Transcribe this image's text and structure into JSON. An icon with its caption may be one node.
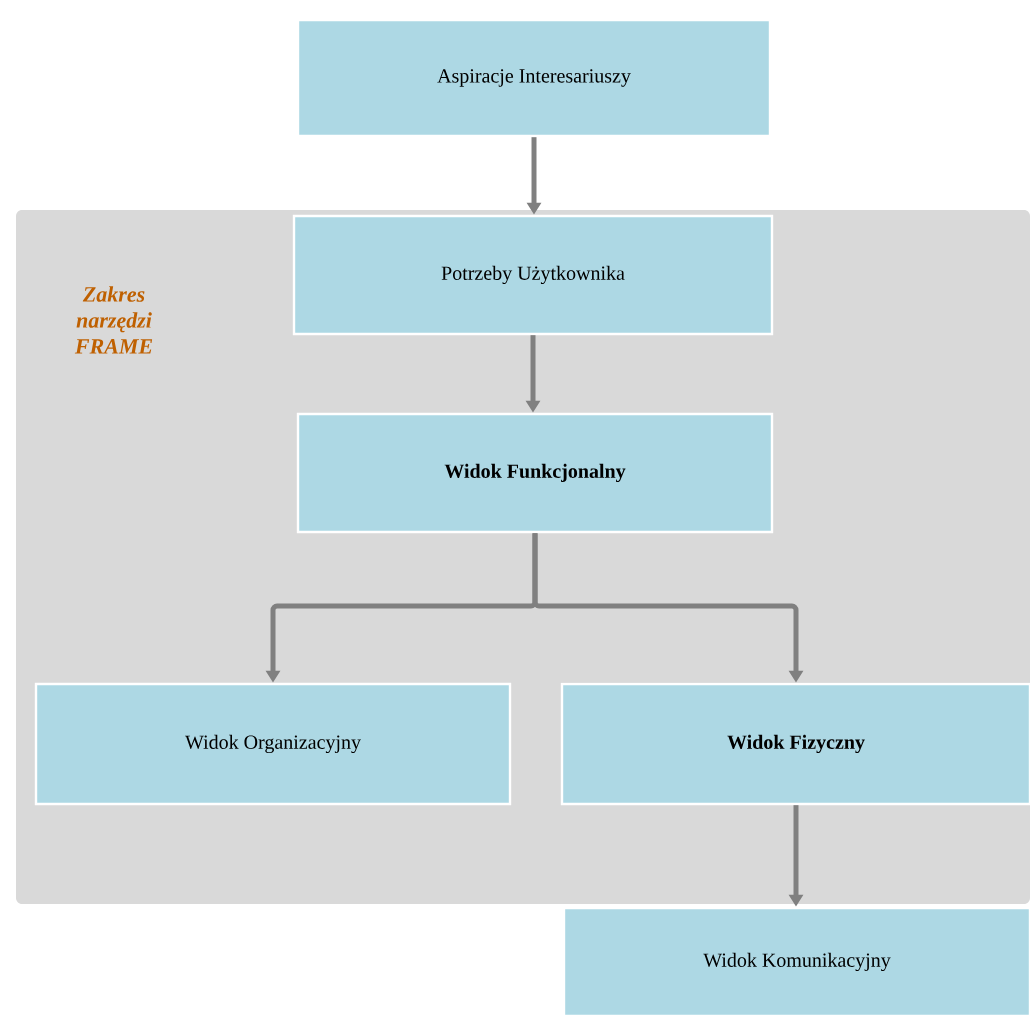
{
  "diagram": {
    "nodes": [
      {
        "text": [
          "Aspiracje Interesariuszy"
        ]
      },
      {
        "text": [
          "Zakres narzędzi FRAME"
        ]
      },
      {
        "text": [
          "Potrzeby Użytkownika"
        ],
        "in": 1
      },
      {
        "text": [
          "Widok Funkcjonalny"
        ],
        "in": 1
      },
      {
        "text": [
          "Widok Organizacyjny"
        ],
        "in": 1
      },
      {
        "text": [
          "Widok Fizyczny"
        ],
        "in": 1
      },
      {
        "text": [
          "Widok Komunikacyjny"
        ]
      }
    ],
    "edges": [
      {
        "from": 0,
        "to": 2,
        "arrow": "to"
      },
      {
        "from": 2,
        "to": 3,
        "arrow": "to"
      },
      {
        "from": 3,
        "to": 4,
        "arrow": "to"
      },
      {
        "from": 3,
        "to": 5,
        "arrow": "to"
      },
      {
        "from": 5,
        "to": 6,
        "arrow": "to"
      }
    ]
  }
}
